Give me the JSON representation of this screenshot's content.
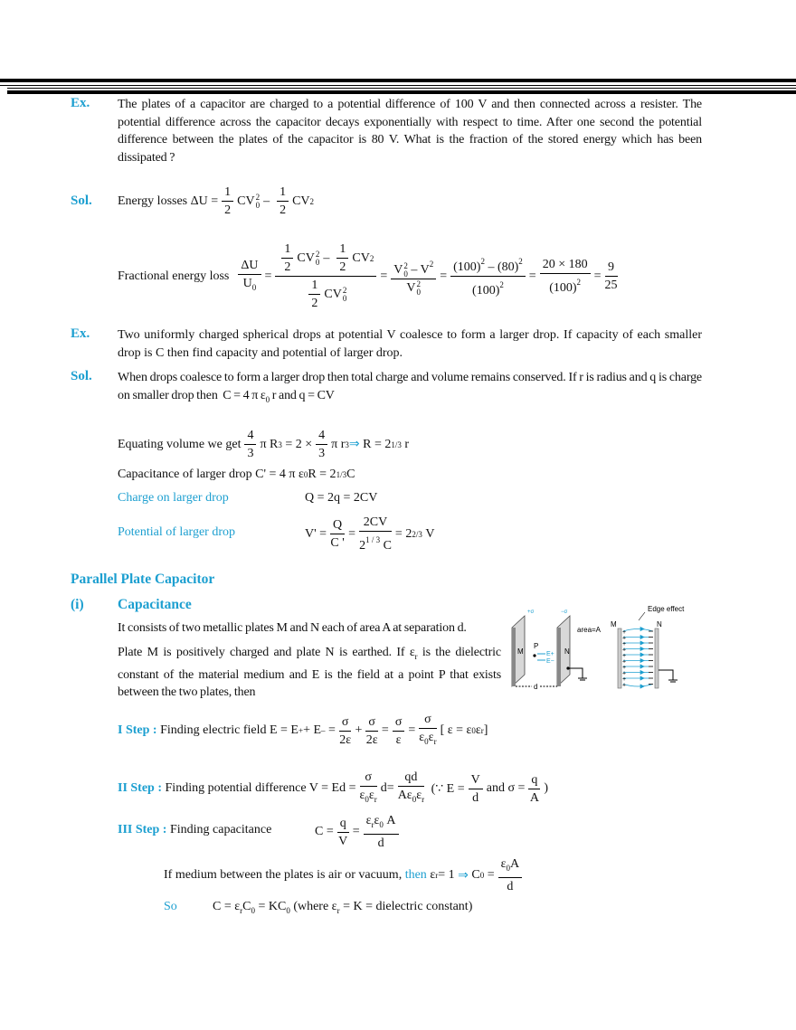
{
  "ex1": {
    "label": "Ex.",
    "text": "The plates of a capacitor are charged to a potential difference of 100 V and then connected across a resister. The potential difference across the capacitor decays exponentially with respect to time. After one second the potential difference between the plates of the capacitor is 80 V. What is the fraction of the stored energy which has been dissipated ?"
  },
  "sol1": {
    "label": "Sol.",
    "energy": {
      "prefix": "Energy losses ΔU =",
      "half": [
        "1",
        "2"
      ],
      "cv": "CV",
      "sub0": "0",
      "sq": "2",
      "minus": "–"
    },
    "fraction": {
      "prefix": "Fractional energy loss",
      "lhs": [
        "ΔU",
        "U"
      ],
      "sub0": "0",
      "eq": "=",
      "step1_num_a": "CV",
      "step1_minus": "–",
      "step1_num_b": "CV",
      "half": [
        "1",
        "2"
      ],
      "step2": [
        "V",
        "– V",
        "V"
      ],
      "step3": [
        "(100)",
        "– (80)",
        "(100)"
      ],
      "step4": [
        "20 × 180",
        "(100)"
      ],
      "result": [
        "9",
        "25"
      ],
      "sq": "2"
    }
  },
  "ex2": {
    "label": "Ex.",
    "text": "Two uniformly charged spherical drops at potential V coalesce to form a larger drop. If capacity of each smaller drop is C then find capacity and potential of larger drop."
  },
  "sol2": {
    "label": "Sol.",
    "text": "When drops coalesce to form a larger drop then total charge and volume remains conserved. If r is radius and q is charge on smaller drop then",
    "c_formula": [
      "C = 4 π ε",
      "0",
      " r and q = CV"
    ],
    "volume": {
      "prefix": "Equating volume we get",
      "frac": [
        "4",
        "3"
      ],
      "a": "π R",
      "cube": "3",
      "b": "= 2 ×",
      "c": "π r",
      "arrow": "⇒",
      "d": "R = 2",
      "exp": "1/3",
      "e": "r"
    },
    "cap_large": [
      "Capacitance of larger drop C' = 4 π ε",
      "0",
      "R = 2",
      "1/3",
      " C"
    ],
    "charge": {
      "label": "Charge on larger drop",
      "value": "Q = 2q = 2CV"
    },
    "potential": {
      "label": "Potential of larger drop",
      "lhs": "V' =",
      "f1": [
        "Q",
        "C '"
      ],
      "f2": [
        "2CV",
        "2",
        "1 / 3",
        "C"
      ],
      "eq": "=",
      "rhs": "= 2",
      "exp": "2/3",
      "unit": "V"
    }
  },
  "section": {
    "title": "Parallel Plate Capacitor",
    "sub_num": "(i)",
    "sub_title": "Capacitance",
    "p1": "It consists of two metallic plates M and N each of area A at separation d.",
    "p2a": "Plate M is positively charged and plate N is earthed. If ε",
    "p2r": "r",
    "p2b": " is the dielectric constant of the material medium and E is the field at a point P that exists between the two plates, then"
  },
  "figure": {
    "plus_sigma": "+σ",
    "minus_sigma": "−σ",
    "area": "area=A",
    "m": "M",
    "n": "N",
    "p": "P",
    "e_plus": "E+",
    "e_minus": "E−",
    "d": "d",
    "edge": "Edge effect",
    "m2": "M",
    "n2": "N",
    "field_color": "#1c9fd0"
  },
  "steps": {
    "s1": {
      "label": "I Step :",
      "text": "Finding electric field",
      "eq": "E = E",
      "plus": "+",
      "pls": " + E",
      "mns": "–",
      "eq2": "=",
      "f1": [
        "σ",
        "2ε"
      ],
      "f2": [
        "σ",
        "2ε"
      ],
      "f3": [
        "σ",
        "ε"
      ],
      "f4": [
        "σ",
        "ε",
        "0",
        "ε",
        "r"
      ],
      "bracket": "[ ε = ε",
      "b0": "0",
      "br": " ε",
      "brr": "r",
      "close": "]"
    },
    "s2": {
      "label": "II Step :",
      "text": "Finding potential difference V = Ed =",
      "f1": [
        "σ",
        "ε",
        "0",
        "ε",
        "r"
      ],
      "d": "d=",
      "f2": [
        "qd",
        "Aε",
        "0",
        "ε",
        "r"
      ],
      "because": "(∵ E =",
      "f3": [
        "V",
        "d"
      ],
      "and": "and σ =",
      "f4": [
        "q",
        "A"
      ],
      "close": ")"
    },
    "s3": {
      "label": "III Step :",
      "text": "Finding capacitance",
      "c": "C =",
      "f1": [
        "q",
        "V"
      ],
      "eq": "=",
      "f2": [
        "ε",
        "r",
        "ε",
        "0",
        " A",
        "d"
      ]
    },
    "medium": {
      "text": "If medium between the plates is air or vacuum,",
      "then": "then",
      "er": "ε",
      "r": "r",
      "eq1": "= 1",
      "arrow": "⇒",
      "c0": "C",
      "sub0": "0",
      "eq": "=",
      "f": [
        "ε",
        "0",
        "A",
        "d"
      ]
    },
    "so": {
      "label": "So",
      "a": "C = ε",
      "r": "r",
      "b": "C",
      "sub0": "0",
      "c": " = KC",
      "d": " (where ε",
      "e": " = K = dielectric constant)"
    }
  }
}
